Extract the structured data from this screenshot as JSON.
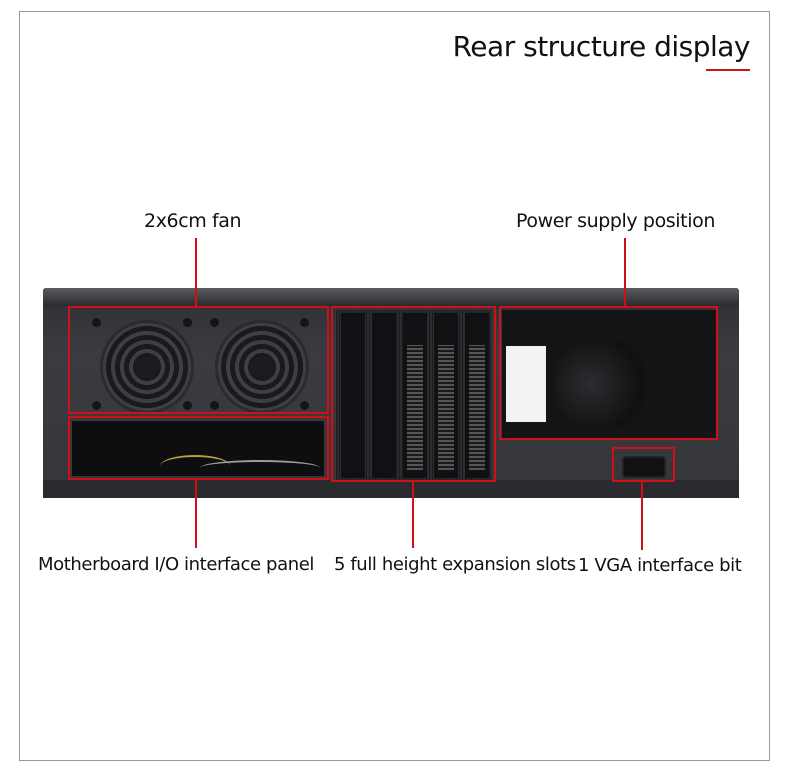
{
  "title": "Rear structure display",
  "labels": {
    "fan": "2x6cm fan",
    "psu": "Power supply position",
    "io_panel": "Motherboard I/O interface panel",
    "expansion": "5 full height expansion slots",
    "vga": "1 VGA interface bit"
  },
  "colors": {
    "accent": "#d10f18",
    "chassis": "#35363a",
    "frame": "#9a9a9a"
  }
}
